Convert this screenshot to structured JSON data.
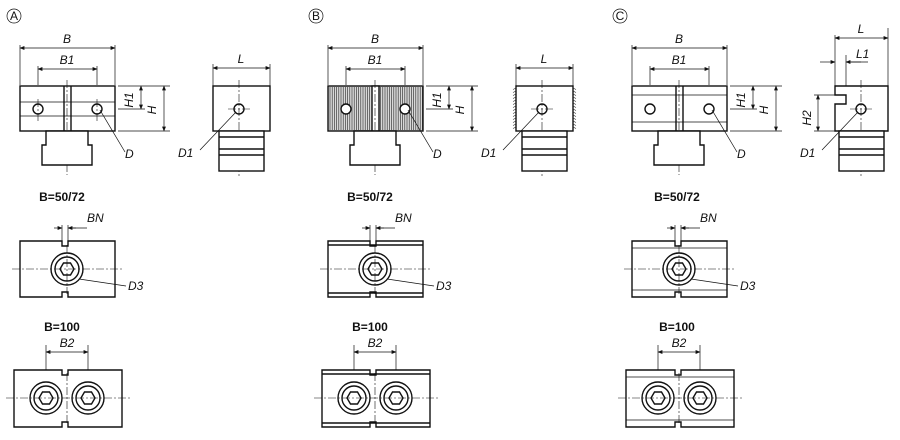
{
  "variants": [
    {
      "id": "A",
      "labels": {
        "B": "B",
        "B1": "B1",
        "H1": "H1",
        "H": "H",
        "D": "D",
        "L": "L",
        "D1": "D1"
      }
    },
    {
      "id": "B",
      "labels": {
        "B": "B",
        "B1": "B1",
        "H1": "H1",
        "H": "H",
        "D": "D",
        "L": "L",
        "D1": "D1"
      }
    },
    {
      "id": "C",
      "labels": {
        "B": "B",
        "B1": "B1",
        "H1": "H1",
        "H": "H",
        "D": "D",
        "L": "L",
        "L1": "L1",
        "H2": "H2",
        "D1": "D1"
      }
    }
  ],
  "headings": {
    "b_50_72": "B=50/72",
    "b_100": "B=100"
  },
  "top_view_labels": {
    "BN": "BN",
    "D3": "D3",
    "B2": "B2"
  }
}
